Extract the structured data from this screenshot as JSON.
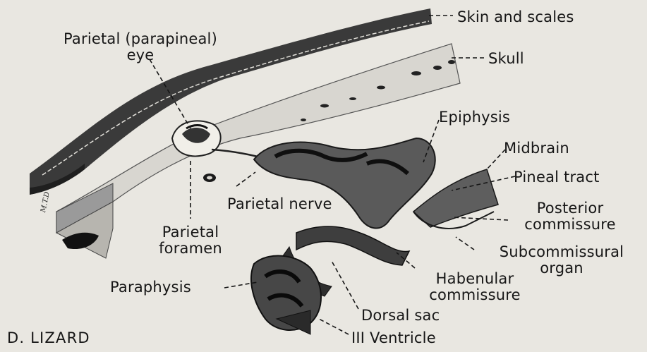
{
  "caption": "D. LIZARD",
  "artist_initials": "M.T.D",
  "labels": {
    "skin_and_scales": "Skin and scales",
    "skull": "Skull",
    "parietal_eye": [
      "Parietal (parapineal)",
      "eye"
    ],
    "epiphysis": "Epiphysis",
    "midbrain": "Midbrain",
    "pineal_tract": "Pineal tract",
    "parietal_nerve": "Parietal nerve",
    "posterior_commissure": [
      "Posterior",
      "commissure"
    ],
    "parietal_foramen": [
      "Parietal",
      "foramen"
    ],
    "subcommissural_organ": [
      "Subcommissural",
      "organ"
    ],
    "habenular_commissure": [
      "Habenular",
      "commissure"
    ],
    "paraphysis": "Paraphysis",
    "dorsal_sac": "Dorsal sac",
    "third_ventricle": "III Ventricle"
  },
  "colors": {
    "background": "#e9e7e1",
    "tissue_dark": "#2b2b2b",
    "tissue_mid": "#6e6e6e",
    "tissue_light": "#d8d6d0",
    "ink": "#161616"
  }
}
